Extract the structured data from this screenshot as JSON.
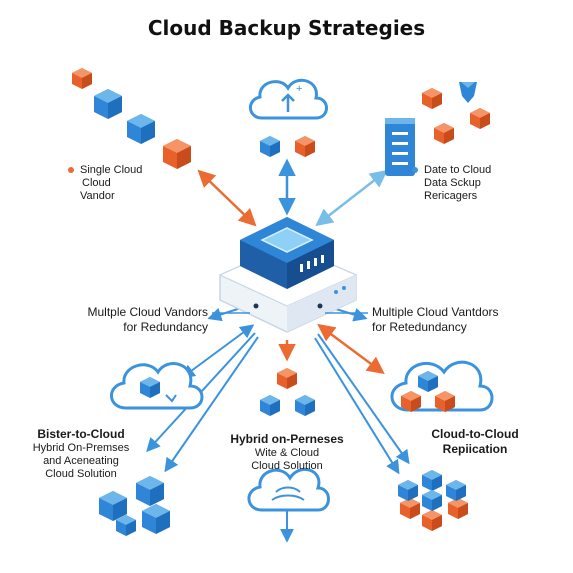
{
  "title": "Cloud Backup Strategies",
  "colors": {
    "blue": "#3b93dd",
    "blue_light": "#6cb6ec",
    "orange": "#ec6b33",
    "dark": "#1f4f8f"
  },
  "labels": {
    "top_left": {
      "line1": "Single Cloud",
      "line2": "Cloud",
      "line3": "Vandor",
      "bullet_color": "#ec6b33"
    },
    "top_right": {
      "line1": "Date to Cloud",
      "line2": "Data Sckup",
      "line3": "Rericagers",
      "bullet_color": "#3b93dd"
    },
    "mid_left": {
      "line1": "Multple Cloud Vandors",
      "line2": "for Redundancy"
    },
    "mid_right": {
      "line1": "Multiple Cloud Vantdors",
      "line2": "for Retedundancy"
    },
    "left": {
      "heading": "Bister-to-Cloud",
      "line1": "Hybrid On-Premses",
      "line2": "and Aceneating",
      "line3": "Cloud Solution"
    },
    "center": {
      "heading": "Hybrid on-Perneses",
      "line1": "Wite & Cloud",
      "line2": "Cloud Solution"
    },
    "right": {
      "heading": "Cloud-to-Cloud",
      "line2": "Repiication"
    }
  },
  "icons": {
    "top": "cloud-upload-icon",
    "top_right": "server-rack-icon",
    "center": "backup-appliance-icon",
    "left": "cloud-migrate-icon",
    "bottom": "cloud-download-icon",
    "right": "cloud-cubes-icon",
    "bottom_right": "data-stack-icon"
  }
}
